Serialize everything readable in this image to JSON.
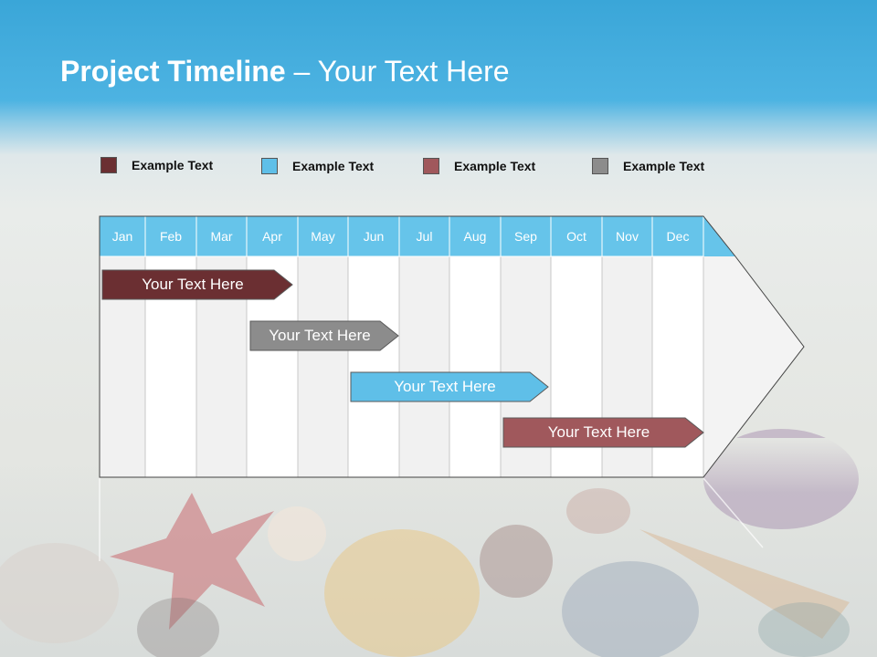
{
  "title": {
    "bold": "Project Timeline",
    "rest": " – Your Text Here"
  },
  "legend": [
    {
      "label": "Example Text",
      "color": "#6b2f32"
    },
    {
      "label": "Example Text",
      "color": "#5fbfe8"
    },
    {
      "label": "Example Text",
      "color": "#a0585c"
    },
    {
      "label": "Example Text",
      "color": "#8c8c8c"
    }
  ],
  "months": [
    "Jan",
    "Feb",
    "Mar",
    "Apr",
    "May",
    "Jun",
    "Jul",
    "Aug",
    "Sep",
    "Oct",
    "Nov",
    "Dec"
  ],
  "tasks": [
    {
      "label": "Your  Text Here",
      "start_month": "Jan",
      "end_month": "Apr",
      "color": "#6b2f32"
    },
    {
      "label": "Your  Text Here",
      "start_month": "Apr",
      "end_month": "Jun",
      "color": "#8c8c8c"
    },
    {
      "label": "Your  Text Here",
      "start_month": "Jun",
      "end_month": "Sep",
      "color": "#5fbfe8"
    },
    {
      "label": "Your  Text Here",
      "start_month": "Sep",
      "end_month": "Dec",
      "color": "#a0585c"
    }
  ],
  "colors": {
    "header": "#66c4ea",
    "column_shade": "#f1f1f1",
    "column_light": "#ffffff"
  }
}
